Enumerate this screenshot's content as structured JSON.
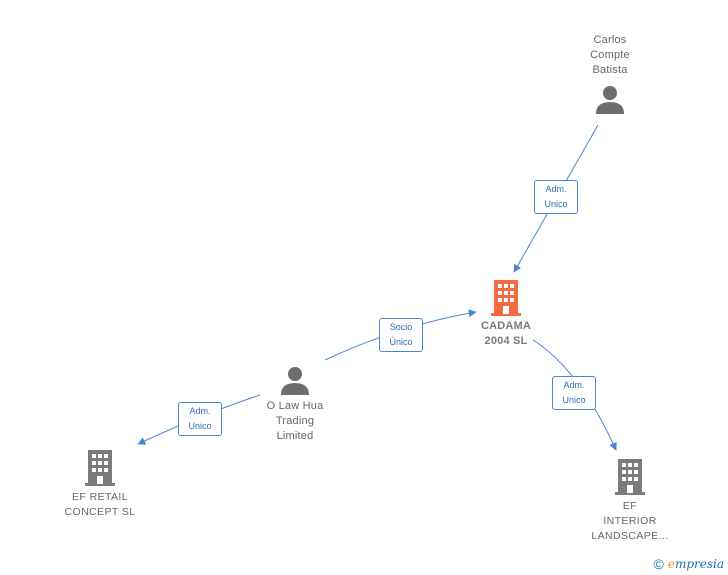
{
  "colors": {
    "edge": "#4a87d1",
    "person_icon": "#6e6e6e",
    "company_icon": "#7b7b7b",
    "main_company_icon": "#f26a3d"
  },
  "nodes": {
    "carlos": {
      "lines": [
        "Carlos",
        "Compte",
        "Batista"
      ],
      "icon": "person-icon"
    },
    "cadama": {
      "lines": [
        "CADAMA",
        "2004  SL"
      ],
      "icon": "building-icon"
    },
    "olaw": {
      "lines": [
        "O Law Hua",
        "Trading",
        "Limited"
      ],
      "icon": "person-icon"
    },
    "efretail": {
      "lines": [
        "EF RETAIL",
        "CONCEPT  SL"
      ],
      "icon": "building-icon"
    },
    "efinterior": {
      "lines": [
        "EF",
        "INTERIOR",
        "LANDSCAPE..."
      ],
      "icon": "building-icon"
    }
  },
  "edges": {
    "carlos_cadama": {
      "lines": [
        "Adm.",
        "Unico"
      ]
    },
    "olaw_cadama": {
      "lines": [
        "Socio",
        "Único"
      ]
    },
    "cadama_efinterior": {
      "lines": [
        "Adm.",
        "Unico"
      ]
    },
    "olaw_efretail": {
      "lines": [
        "Adm.",
        "Unico"
      ]
    }
  },
  "footer": {
    "copyright_symbol": "©",
    "brand_first": "e",
    "brand_rest": "mpresia"
  }
}
